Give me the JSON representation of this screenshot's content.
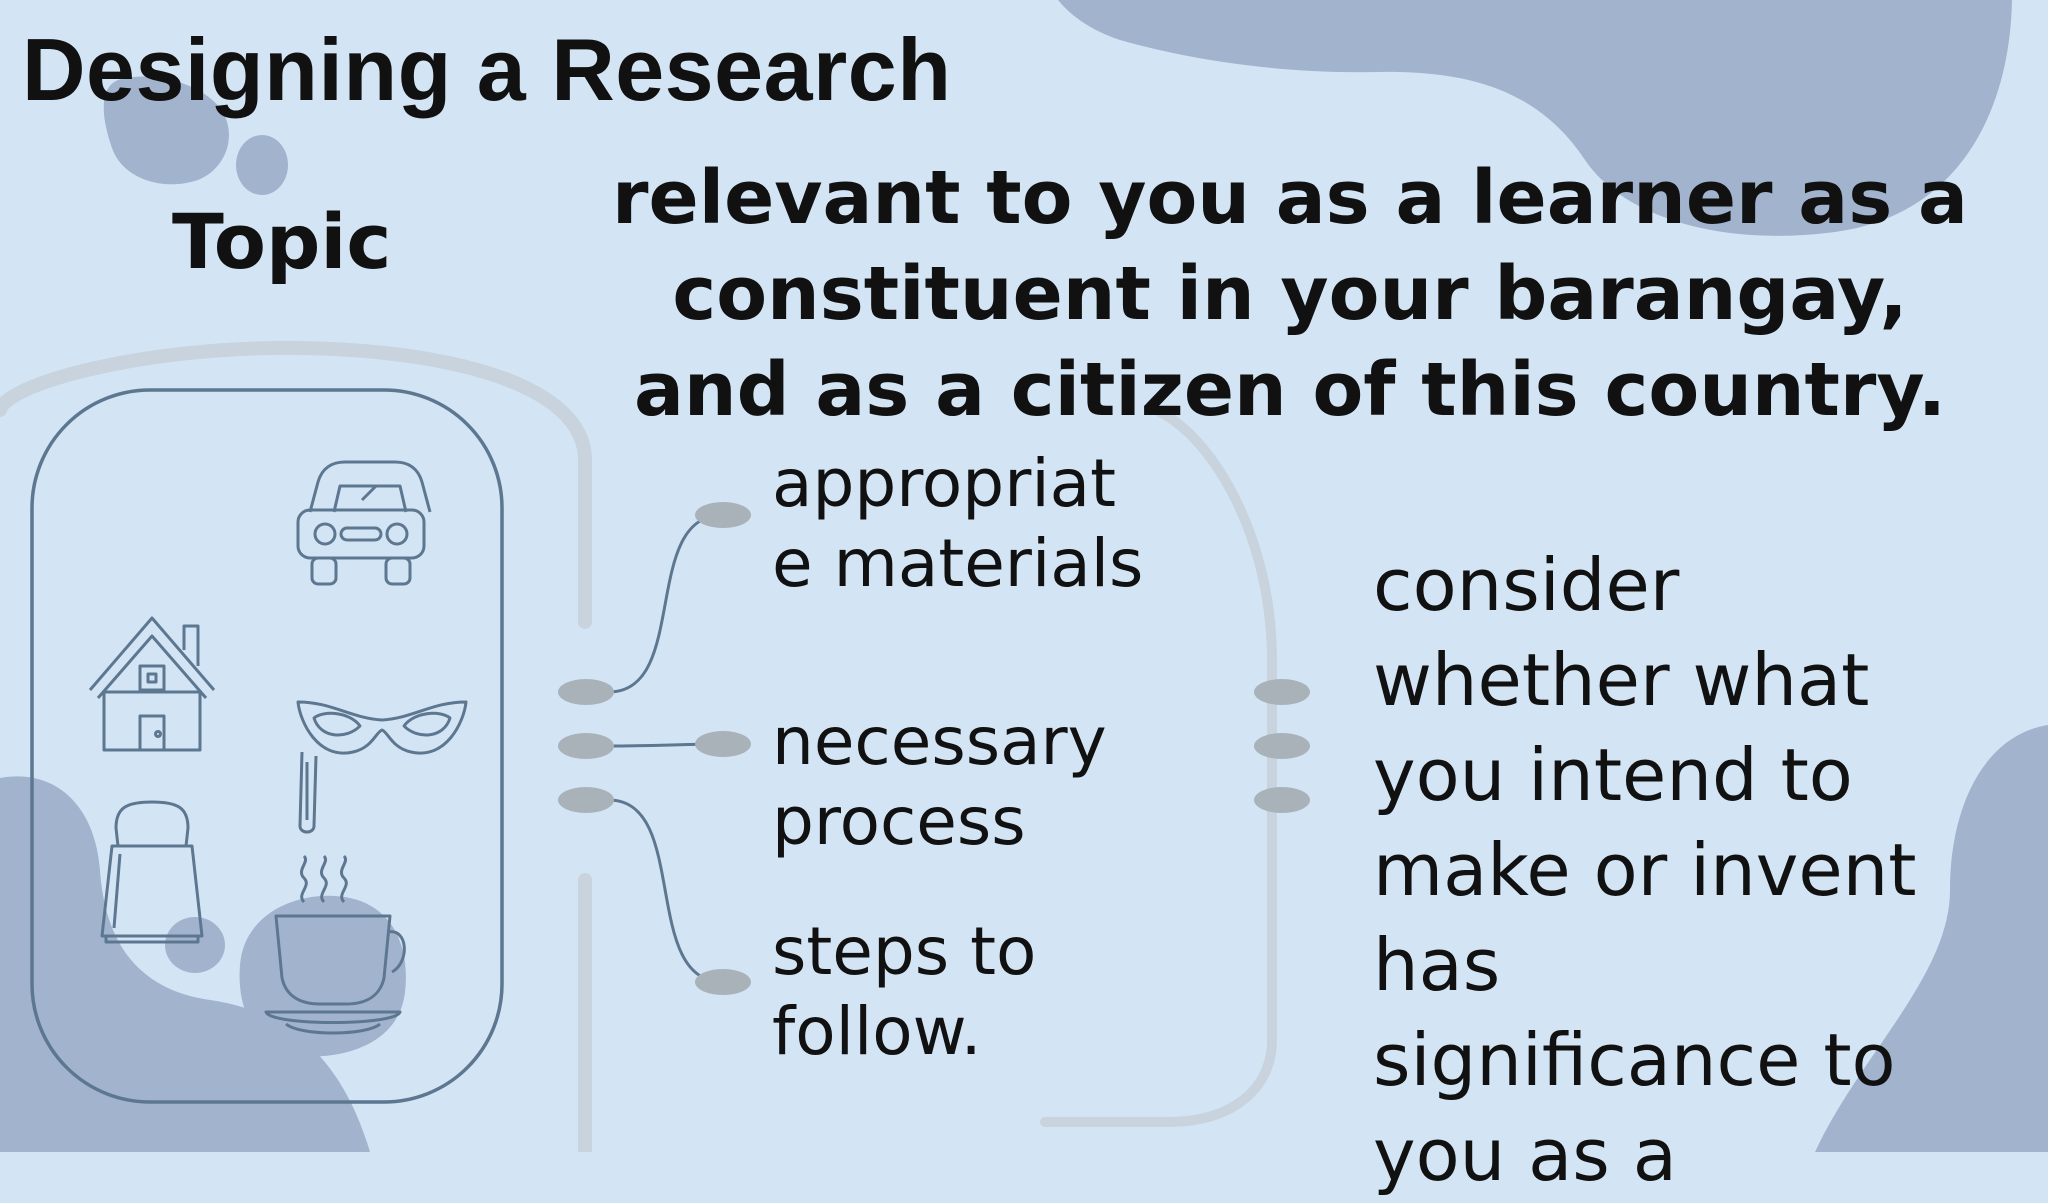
{
  "slide": {
    "title": "Designing a Research",
    "topic_label": "Topic",
    "relevance_text": "relevant to you as a learner as a constituent in your barangay, and as a citizen of this country.",
    "branches": [
      {
        "line1": "appropriat",
        "line2": "e materials"
      },
      {
        "line1": "necessary",
        "line2": "process"
      },
      {
        "line1": "steps to",
        "line2": "follow."
      }
    ],
    "consider_lines": [
      "consider",
      "whether what",
      "you intend to",
      "make or invent",
      "has",
      "significance to",
      "you as a"
    ],
    "icons": [
      "car-icon",
      "house-icon",
      "party-mask-icon",
      "shopping-bag-icon",
      "coffee-cup-icon"
    ],
    "colors": {
      "background": "#d3e5f4",
      "blob": "#a2b4cd",
      "outline": "#5d7790",
      "connector": "#a9b1b9",
      "text": "#111111"
    }
  }
}
